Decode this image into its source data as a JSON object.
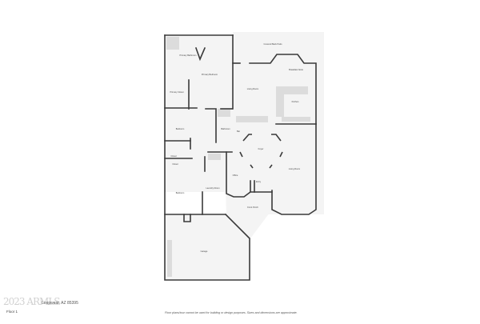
{
  "floor_plan": {
    "floor_label": "Floor 1",
    "address": "Loopwear, AZ 85395",
    "watermark": "2023 ARMLS",
    "disclaimer": "Floor plans/tour cannot be used for building or design purposes. Sizes and dimensions are approximate.",
    "colors": {
      "background": "#ffffff",
      "floor": "#f4f4f4",
      "wall": "#3a3a3a",
      "fixture": "#dcdcdc"
    },
    "rooms": [
      {
        "name": "Primary Bathroom",
        "dim": ""
      },
      {
        "name": "Primary Bedroom",
        "dim": ""
      },
      {
        "name": "Primary Closet",
        "dim": ""
      },
      {
        "name": "Covered Back Patio",
        "dim": ""
      },
      {
        "name": "Breakfast Nook",
        "dim": ""
      },
      {
        "name": "Living Room",
        "dim": ""
      },
      {
        "name": "Kitchen",
        "dim": ""
      },
      {
        "name": "Bedroom",
        "dim": ""
      },
      {
        "name": "Bathroom",
        "dim": ""
      },
      {
        "name": "Bar",
        "dim": ""
      },
      {
        "name": "Foyer",
        "dim": ""
      },
      {
        "name": "Closet",
        "dim": ""
      },
      {
        "name": "Closet",
        "dim": ""
      },
      {
        "name": "Office",
        "dim": ""
      },
      {
        "name": "Entry",
        "dim": ""
      },
      {
        "name": "Living Room",
        "dim": ""
      },
      {
        "name": "Bedroom",
        "dim": ""
      },
      {
        "name": "Laundry Room",
        "dim": ""
      },
      {
        "name": "Front Porch",
        "dim": ""
      },
      {
        "name": "Garage",
        "dim": ""
      }
    ]
  }
}
